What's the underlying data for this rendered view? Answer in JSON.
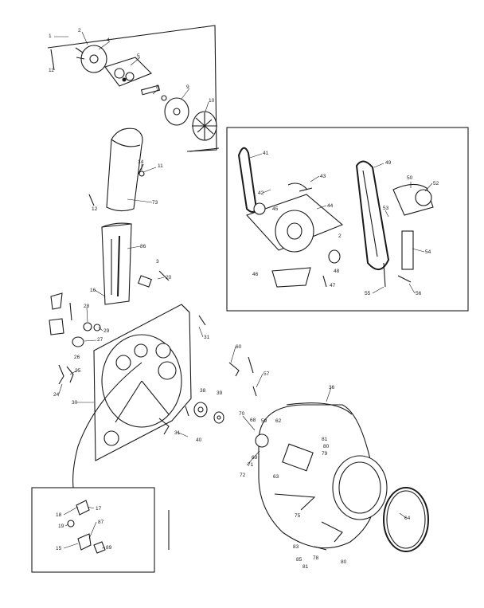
{
  "labels": {
    "main": [
      {
        "id": "p1",
        "text": "1"
      },
      {
        "id": "p2",
        "text": "2"
      },
      {
        "id": "p4",
        "text": "4"
      },
      {
        "id": "p5",
        "text": "5"
      },
      {
        "id": "p8",
        "text": "8"
      },
      {
        "id": "p9",
        "text": "9"
      },
      {
        "id": "p10",
        "text": "10"
      },
      {
        "id": "p11a",
        "text": "11"
      },
      {
        "id": "p14",
        "text": "14"
      },
      {
        "id": "p11",
        "text": "11"
      },
      {
        "id": "p12",
        "text": "12"
      },
      {
        "id": "p73",
        "text": "73"
      },
      {
        "id": "p86",
        "text": "86"
      },
      {
        "id": "p16",
        "text": "16"
      },
      {
        "id": "p20",
        "text": "20"
      },
      {
        "id": "p3",
        "text": "3"
      },
      {
        "id": "p28",
        "text": "28"
      },
      {
        "id": "p29",
        "text": "29"
      },
      {
        "id": "p27",
        "text": "27"
      },
      {
        "id": "p26",
        "text": "26"
      },
      {
        "id": "p25",
        "text": "25"
      },
      {
        "id": "p24",
        "text": "24"
      },
      {
        "id": "p30",
        "text": "30"
      },
      {
        "id": "p31a",
        "text": "31"
      },
      {
        "id": "p31b",
        "text": "31"
      },
      {
        "id": "p40",
        "text": "40"
      },
      {
        "id": "p38",
        "text": "38"
      },
      {
        "id": "p39",
        "text": "39"
      },
      {
        "id": "p60",
        "text": "60"
      },
      {
        "id": "p57",
        "text": "57"
      },
      {
        "id": "p36",
        "text": "36"
      },
      {
        "id": "p70",
        "text": "70"
      },
      {
        "id": "p68",
        "text": "68"
      },
      {
        "id": "p59",
        "text": "59"
      },
      {
        "id": "p62",
        "text": "62"
      },
      {
        "id": "p69",
        "text": "69"
      },
      {
        "id": "p71",
        "text": "71"
      },
      {
        "id": "p72",
        "text": "72"
      },
      {
        "id": "p63",
        "text": "63"
      },
      {
        "id": "p81a",
        "text": "81"
      },
      {
        "id": "p80a",
        "text": "80"
      },
      {
        "id": "p79",
        "text": "79"
      },
      {
        "id": "p75",
        "text": "75"
      },
      {
        "id": "p83",
        "text": "83"
      },
      {
        "id": "p85",
        "text": "85"
      },
      {
        "id": "p81b",
        "text": "81"
      },
      {
        "id": "p78",
        "text": "78"
      },
      {
        "id": "p80b",
        "text": "80"
      },
      {
        "id": "p64",
        "text": "64"
      }
    ],
    "motor": [
      {
        "id": "m41",
        "text": "41"
      },
      {
        "id": "m42",
        "text": "42"
      },
      {
        "id": "m43",
        "text": "43"
      },
      {
        "id": "m44",
        "text": "44"
      },
      {
        "id": "m45",
        "text": "45"
      },
      {
        "id": "m46",
        "text": "46"
      },
      {
        "id": "m47",
        "text": "47"
      },
      {
        "id": "m48",
        "text": "48"
      },
      {
        "id": "m49",
        "text": "49"
      },
      {
        "id": "m50",
        "text": "50"
      },
      {
        "id": "m52",
        "text": "52"
      },
      {
        "id": "m53",
        "text": "53"
      },
      {
        "id": "m54",
        "text": "54"
      },
      {
        "id": "m55",
        "text": "55"
      },
      {
        "id": "m56",
        "text": "56"
      },
      {
        "id": "m2",
        "text": "2"
      }
    ],
    "inset": [
      {
        "id": "i17",
        "text": "17"
      },
      {
        "id": "i18",
        "text": "18"
      },
      {
        "id": "i87",
        "text": "87"
      },
      {
        "id": "i19",
        "text": "19"
      },
      {
        "id": "i15",
        "text": "15"
      },
      {
        "id": "i89",
        "text": "89"
      }
    ]
  }
}
